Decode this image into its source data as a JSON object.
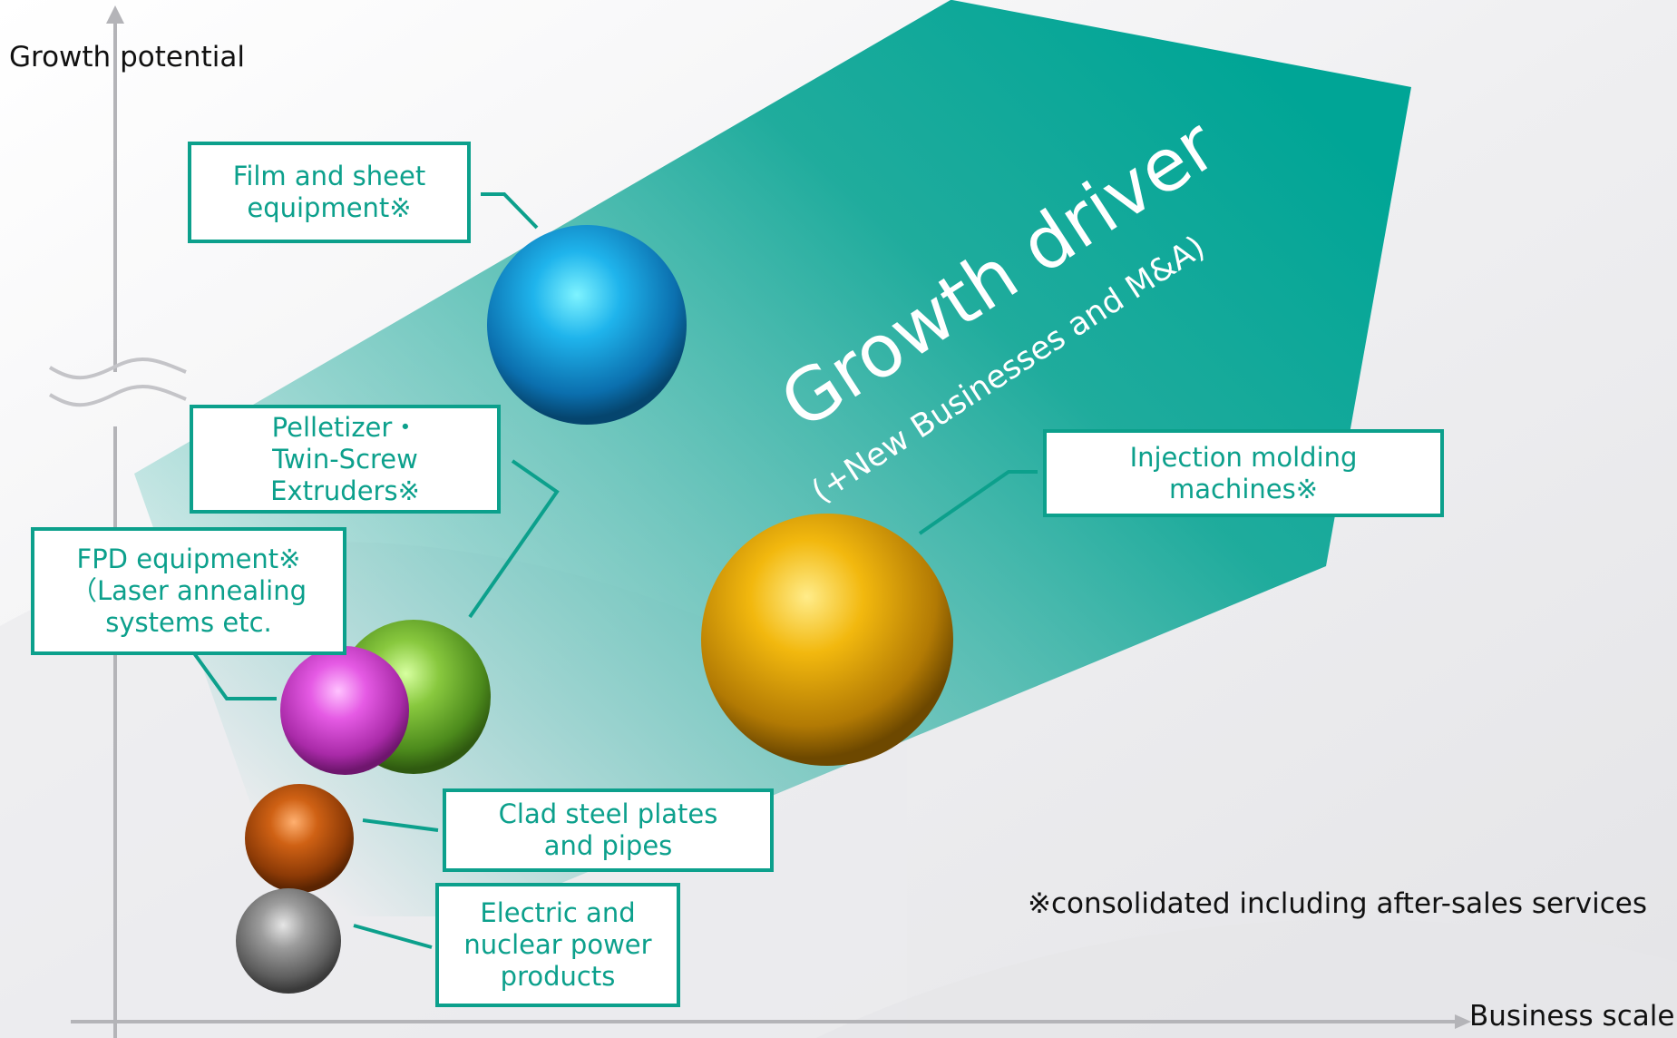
{
  "axes": {
    "y_label": "Growth potential",
    "x_label": "Business scale"
  },
  "banner": {
    "title": "Growth driver",
    "subtitle": "(+New Businesses and M&A)",
    "color": "#00a596"
  },
  "products": [
    {
      "id": "film-sheet",
      "label": "Film and sheet\nequipment※",
      "color": "#1aa6e8"
    },
    {
      "id": "pelletizer",
      "label": "Pelletizer・\nTwin-Screw\nExtruders※",
      "color": "#7cc23a"
    },
    {
      "id": "fpd",
      "label": "FPD equipment※\n（Laser annealing\nsystems etc.",
      "color": "#e24fe0"
    },
    {
      "id": "injection",
      "label": "Injection molding\nmachines※",
      "color": "#f0b20c"
    },
    {
      "id": "clad",
      "label": "Clad steel plates\nand pipes",
      "color": "#c85a10"
    },
    {
      "id": "electric",
      "label": "Electric and\nnuclear power\nproducts",
      "color": "#8f8f8f"
    }
  ],
  "note": "※consolidated including after-sales services",
  "colors": {
    "accent": "#0ca08c",
    "axis": "#b4b4b8"
  }
}
